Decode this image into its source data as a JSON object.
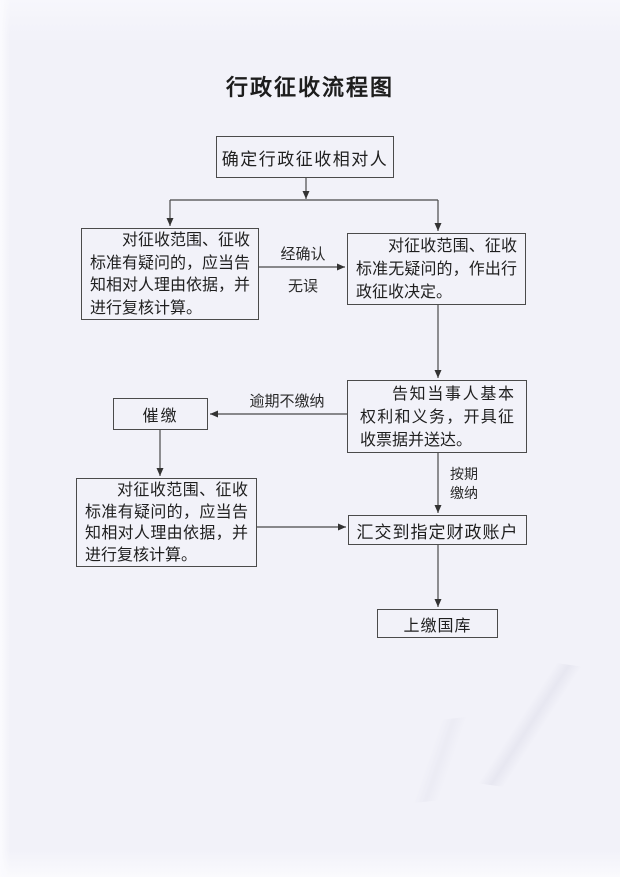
{
  "page": {
    "title": "行政征收流程图"
  },
  "nodes": {
    "determine": {
      "text": "确定行政征收相对人"
    },
    "doubt_upper": {
      "text": "对征收范围、征收标准有疑问的，应当告知相对人理由依据，并进行复核计算。"
    },
    "decision": {
      "text": "对征收范围、征收标准无疑问的，作出行政征收决定。"
    },
    "notify": {
      "text": "告知当事人基本权利和义务，开具征收票据并送达。"
    },
    "urge": {
      "text": "催缴"
    },
    "doubt_lower": {
      "text": "对征收范围、征收标准有疑问的，应当告知相对人理由依据，并进行复核计算。"
    },
    "remit": {
      "text": "汇交到指定财政账户"
    },
    "treasury": {
      "text": "上缴国库"
    }
  },
  "edge_labels": {
    "confirmed_line1": "经确认",
    "confirmed_line2": "无误",
    "overdue": "逾期不缴纳",
    "on_time_line1": "按期",
    "on_time_line2": "缴纳"
  },
  "colors": {
    "ink": "#4a4a4a",
    "paper": "#f2f2f9"
  }
}
